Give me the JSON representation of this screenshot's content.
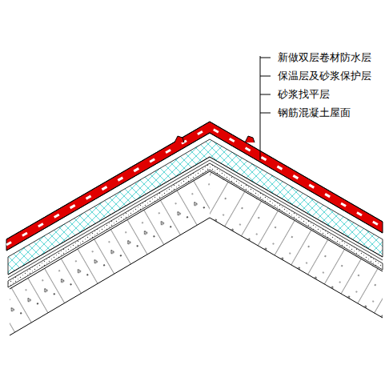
{
  "diagram": {
    "labels": [
      "新做双层卷材防水层",
      "保温层及砂浆保护层",
      "砂浆找平层",
      "钢筋混凝土屋面"
    ]
  }
}
